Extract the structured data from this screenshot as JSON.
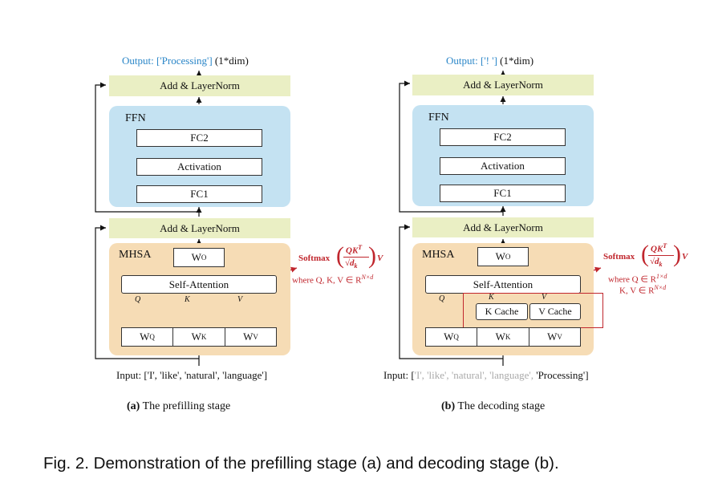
{
  "panel_a": {
    "output_prefix": "Output: ",
    "output_value": "['Processing']",
    "output_suffix": " (1*dim)",
    "add_norm_top": "Add & LayerNorm",
    "ffn_label": "FFN",
    "fc2": "FC2",
    "activation": "Activation",
    "fc1": "FC1",
    "add_norm_bottom": "Add & LayerNorm",
    "mhsa_label": "MHSA",
    "wo": "W",
    "wo_sub": "O",
    "self_attention": "Self-Attention",
    "q": "Q",
    "k": "K",
    "v": "V",
    "wq": "W",
    "wq_sub": "Q",
    "wk": "W",
    "wk_sub": "K",
    "wv": "W",
    "wv_sub": "V",
    "input_prefix": "Input: ",
    "input_tokens": "['I', 'like', 'natural', 'language']",
    "formula_softmax": "Softmax",
    "formula_num": "QK",
    "formula_num_sup": "T",
    "formula_den": "√d",
    "formula_den_sub": "k",
    "formula_v": "V",
    "formula_where": "where Q, K, V ∈ R",
    "formula_where_sup": "N×d",
    "caption_letter": "(a)",
    "caption_text": " The prefilling stage"
  },
  "panel_b": {
    "output_prefix": "Output: ",
    "output_value": "['! ']",
    "output_suffix": " (1*dim)",
    "add_norm_top": "Add & LayerNorm",
    "ffn_label": "FFN",
    "fc2": "FC2",
    "activation": "Activation",
    "fc1": "FC1",
    "add_norm_bottom": "Add & LayerNorm",
    "mhsa_label": "MHSA",
    "wo": "W",
    "wo_sub": "O",
    "self_attention": "Self-Attention",
    "q": "Q",
    "k": "K",
    "v": "V",
    "k_cache": "K Cache",
    "v_cache": "V Cache",
    "wq": "W",
    "wq_sub": "Q",
    "wk": "W",
    "wk_sub": "K",
    "wv": "W",
    "wv_sub": "V",
    "input_prefix": "Input: ",
    "input_open": "[",
    "input_gray_tokens": "'I', 'like', 'natural', 'language', ",
    "input_new_token": "'Processing'",
    "input_close": "]",
    "formula_softmax": "Softmax",
    "formula_num": "QK",
    "formula_num_sup": "T",
    "formula_den": "√d",
    "formula_den_sub": "k",
    "formula_v": "V",
    "formula_where": "where Q ∈ R",
    "formula_where_sup": "1×d",
    "formula_kv": "K, V ∈ R",
    "formula_kv_sup": "N×d",
    "caption_letter": "(b)",
    "caption_text": " The decoding stage"
  },
  "figure_caption": "Fig. 2. Demonstration of the prefilling stage (a) and decoding stage (b).",
  "colors": {
    "add_norm": "#eaefc4",
    "ffn": "#c4e2f2",
    "mhsa": "#f6dcb5",
    "output_blue": "#2a86c8",
    "red": "#c0262d",
    "gray": "#aaaaaa"
  }
}
